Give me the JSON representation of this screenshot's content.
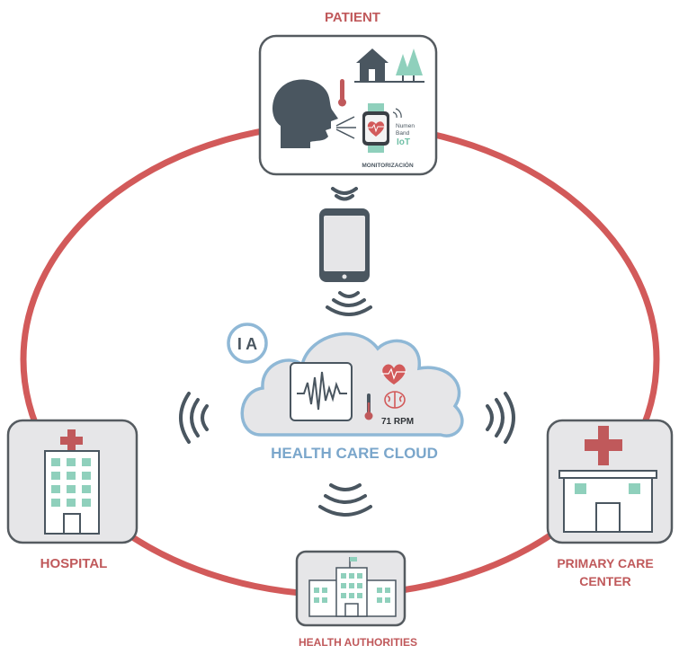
{
  "colors": {
    "ring": "#d25a5a",
    "label": "#c0595b",
    "cloud_border": "#8fb8d6",
    "cloud_fill": "#e6e6e8",
    "cloud_text": "#7aa6cb",
    "dark": "#4a5660",
    "teal": "#8fd0bc",
    "card_border": "#555b60"
  },
  "nodes": {
    "patient": {
      "label": "PATIENT",
      "monitor_caption": "MONITORIZACIÓN",
      "watch_line1": "Numen",
      "watch_line2": "Band",
      "watch_iot": "IoT"
    },
    "hospital": {
      "label": "HOSPITAL"
    },
    "primary_care": {
      "label_line1": "PRIMARY CARE",
      "label_line2": "CENTER"
    },
    "authorities": {
      "label": "HEALTH AUTHORITIES"
    }
  },
  "cloud": {
    "title": "HEALTH CARE CLOUD",
    "ia_badge": "I A",
    "rpm": "71 RPM"
  },
  "icons": [
    "head-icon",
    "thermometer-icon",
    "house-icon",
    "tree-icon",
    "smartwatch-icon",
    "smartphone-icon",
    "wifi-icon",
    "heart-icon",
    "brain-icon",
    "waveform-icon",
    "hospital-icon",
    "clinic-icon",
    "government-building-icon"
  ]
}
